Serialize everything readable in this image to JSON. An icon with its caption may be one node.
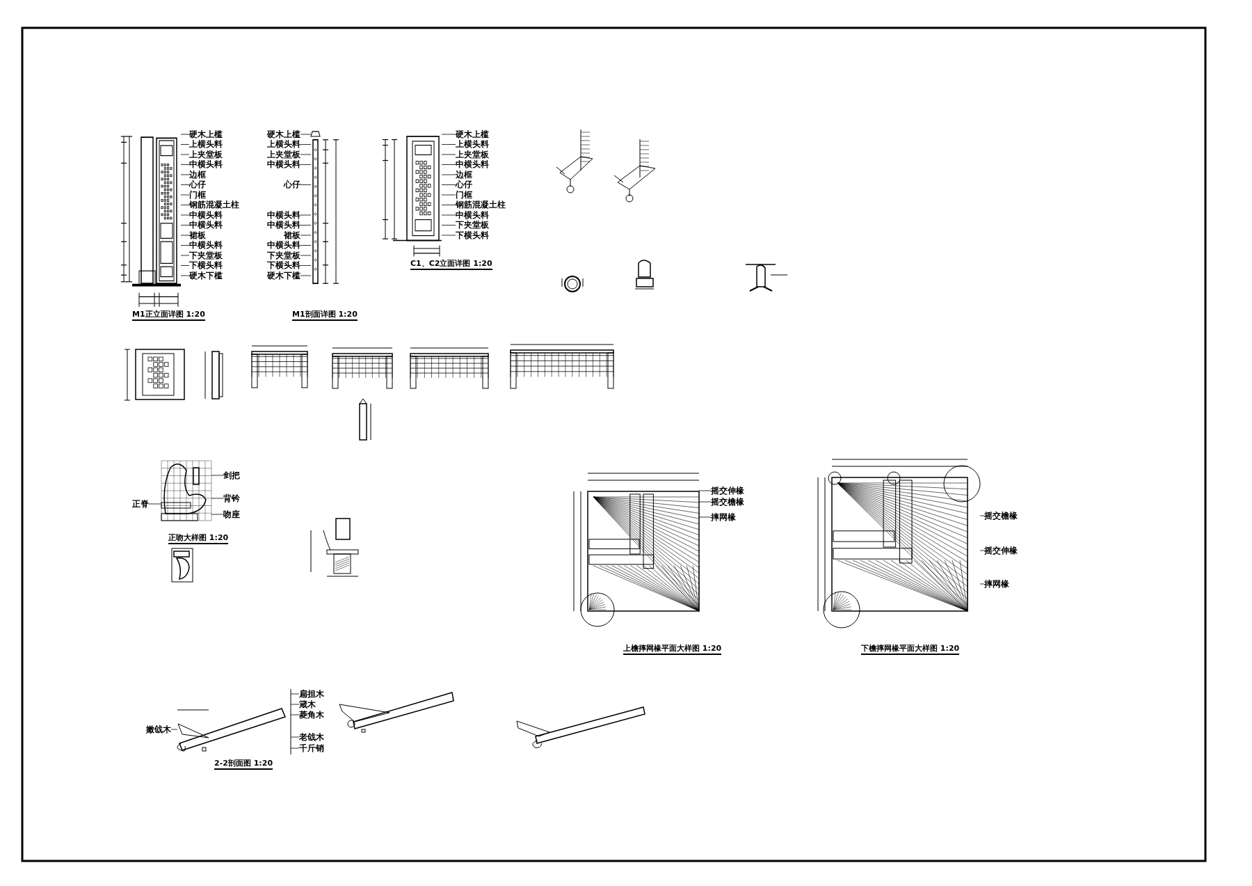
{
  "diagram": {
    "nodes": [
      {
        "text": [
          "硬木上槛"
        ]
      },
      {
        "text": [
          "上横头料"
        ]
      },
      {
        "text": [
          "上夹堂板"
        ]
      },
      {
        "text": [
          "中横头料"
        ]
      },
      {
        "text": [
          "边框"
        ]
      },
      {
        "text": [
          "心仔"
        ]
      },
      {
        "text": [
          "门框"
        ]
      },
      {
        "text": [
          "钢筋混凝土柱"
        ]
      },
      {
        "text": [
          "中横头料"
        ]
      },
      {
        "text": [
          "中横头料"
        ]
      },
      {
        "text": [
          "裙板"
        ]
      },
      {
        "text": [
          "中横头料"
        ]
      },
      {
        "text": [
          "下夹堂板"
        ]
      },
      {
        "text": [
          "下横头料"
        ]
      },
      {
        "text": [
          "硬木下槛"
        ]
      },
      {
        "text": [
          "硬木上槛"
        ]
      },
      {
        "text": [
          "上横头料"
        ]
      },
      {
        "text": [
          "上夹堂板"
        ]
      },
      {
        "text": [
          "中横头料"
        ]
      },
      {
        "text": [
          "心仔"
        ]
      },
      {
        "text": [
          "中横头料"
        ]
      },
      {
        "text": [
          "中横头料"
        ]
      },
      {
        "text": [
          "裙板"
        ]
      },
      {
        "text": [
          "中横头料"
        ]
      },
      {
        "text": [
          "下夹堂板"
        ]
      },
      {
        "text": [
          "下横头料"
        ]
      },
      {
        "text": [
          "硬木下槛"
        ]
      },
      {
        "text": [
          "硬木上槛"
        ]
      },
      {
        "text": [
          "上横头料"
        ]
      },
      {
        "text": [
          "上夹堂板"
        ]
      },
      {
        "text": [
          "中横头料"
        ]
      },
      {
        "text": [
          "边框"
        ]
      },
      {
        "text": [
          "心仔"
        ]
      },
      {
        "text": [
          "门框"
        ]
      },
      {
        "text": [
          "钢筋混凝土柱"
        ]
      },
      {
        "text": [
          "中横头料"
        ]
      },
      {
        "text": [
          "下夹堂板"
        ]
      },
      {
        "text": [
          "下横头料"
        ]
      },
      {
        "text": [
          "剑把"
        ]
      },
      {
        "text": [
          "背钤"
        ]
      },
      {
        "text": [
          "吻座"
        ]
      },
      {
        "text": [
          "正脊"
        ]
      },
      {
        "text": [
          "摇交伸椽"
        ]
      },
      {
        "text": [
          "摇交檐椽"
        ]
      },
      {
        "text": [
          "摔网椽"
        ]
      },
      {
        "text": [
          "摇交檐椽"
        ]
      },
      {
        "text": [
          "摇交伸椽"
        ]
      },
      {
        "text": [
          "摔网椽"
        ]
      },
      {
        "text": [
          "扁担木"
        ]
      },
      {
        "text": [
          "箴木"
        ]
      },
      {
        "text": [
          "菱角木"
        ]
      },
      {
        "text": [
          "嫩戗木"
        ]
      },
      {
        "text": [
          "千斤销"
        ]
      },
      {
        "text": [
          "老戗木"
        ]
      },
      {
        "text": [],
        "shape": "picture"
      },
      {
        "text": [],
        "shape": "picture"
      },
      {
        "text": [],
        "shape": "picture"
      },
      {
        "text": [],
        "shape": "picture"
      },
      {
        "text": [],
        "shape": "picture"
      },
      {
        "text": [],
        "shape": "picture"
      },
      {
        "text": [],
        "shape": "picture"
      }
    ],
    "edges": [
      {
        "from": 0,
        "to": 54,
        "arrow": "none"
      },
      {
        "from": 1,
        "to": 54,
        "arrow": "none"
      },
      {
        "from": 2,
        "to": 54,
        "arrow": "none"
      },
      {
        "from": 3,
        "to": 54,
        "arrow": "none"
      },
      {
        "from": 4,
        "to": 54,
        "arrow": "none"
      },
      {
        "from": 5,
        "to": 54,
        "arrow": "none"
      },
      {
        "from": 6,
        "to": 54,
        "arrow": "none"
      },
      {
        "from": 7,
        "to": 54,
        "arrow": "none"
      },
      {
        "from": 8,
        "to": 54,
        "arrow": "none"
      },
      {
        "from": 9,
        "to": 54,
        "arrow": "none"
      },
      {
        "from": 10,
        "to": 54,
        "arrow": "none"
      },
      {
        "from": 11,
        "to": 54,
        "arrow": "none"
      },
      {
        "from": 12,
        "to": 54,
        "arrow": "none"
      },
      {
        "from": 13,
        "to": 54,
        "arrow": "none"
      },
      {
        "from": 14,
        "to": 54,
        "arrow": "none"
      },
      {
        "from": 15,
        "to": 55,
        "arrow": "none"
      },
      {
        "from": 16,
        "to": 55,
        "arrow": "none"
      },
      {
        "from": 17,
        "to": 55,
        "arrow": "none"
      },
      {
        "from": 18,
        "to": 55,
        "arrow": "none"
      },
      {
        "from": 19,
        "to": 55,
        "arrow": "none"
      },
      {
        "from": 20,
        "to": 55,
        "arrow": "none"
      },
      {
        "from": 21,
        "to": 55,
        "arrow": "none"
      },
      {
        "from": 22,
        "to": 55,
        "arrow": "none"
      },
      {
        "from": 23,
        "to": 55,
        "arrow": "none"
      },
      {
        "from": 24,
        "to": 55,
        "arrow": "none"
      },
      {
        "from": 25,
        "to": 55,
        "arrow": "none"
      },
      {
        "from": 26,
        "to": 55,
        "arrow": "none"
      },
      {
        "from": 27,
        "to": 56,
        "arrow": "none"
      },
      {
        "from": 28,
        "to": 56,
        "arrow": "none"
      },
      {
        "from": 29,
        "to": 56,
        "arrow": "none"
      },
      {
        "from": 30,
        "to": 56,
        "arrow": "none"
      },
      {
        "from": 31,
        "to": 56,
        "arrow": "none"
      },
      {
        "from": 32,
        "to": 56,
        "arrow": "none"
      },
      {
        "from": 33,
        "to": 56,
        "arrow": "none"
      },
      {
        "from": 34,
        "to": 56,
        "arrow": "none"
      },
      {
        "from": 35,
        "to": 56,
        "arrow": "none"
      },
      {
        "from": 36,
        "to": 56,
        "arrow": "none"
      },
      {
        "from": 37,
        "to": 56,
        "arrow": "none"
      },
      {
        "from": 38,
        "to": 57,
        "arrow": "none"
      },
      {
        "from": 39,
        "to": 57,
        "arrow": "none"
      },
      {
        "from": 40,
        "to": 57,
        "arrow": "none"
      },
      {
        "from": 41,
        "to": 57,
        "arrow": "none"
      },
      {
        "from": 42,
        "to": 58,
        "arrow": "none"
      },
      {
        "from": 43,
        "to": 58,
        "arrow": "none"
      },
      {
        "from": 44,
        "to": 58,
        "arrow": "none"
      },
      {
        "from": 45,
        "to": 59,
        "arrow": "none"
      },
      {
        "from": 46,
        "to": 59,
        "arrow": "none"
      },
      {
        "from": 47,
        "to": 59,
        "arrow": "none"
      },
      {
        "from": 48,
        "to": 60,
        "arrow": "none"
      },
      {
        "from": 49,
        "to": 60,
        "arrow": "none"
      },
      {
        "from": 50,
        "to": 60,
        "arrow": "none"
      },
      {
        "from": 51,
        "to": 60,
        "arrow": "none"
      },
      {
        "from": 52,
        "to": 60,
        "arrow": "none"
      },
      {
        "from": 53,
        "to": 60,
        "arrow": "none"
      }
    ],
    "labels": [
      "M1正立面详图 1:20",
      "M1剖面详图 1:20",
      "C1、C2立面详图 1:20",
      "正吻大样图 1:20",
      "上檐摔网椽平面大样图 1:20",
      "下檐摔网椽平面大样图 1:20",
      "2-2剖面图 1:20"
    ]
  }
}
